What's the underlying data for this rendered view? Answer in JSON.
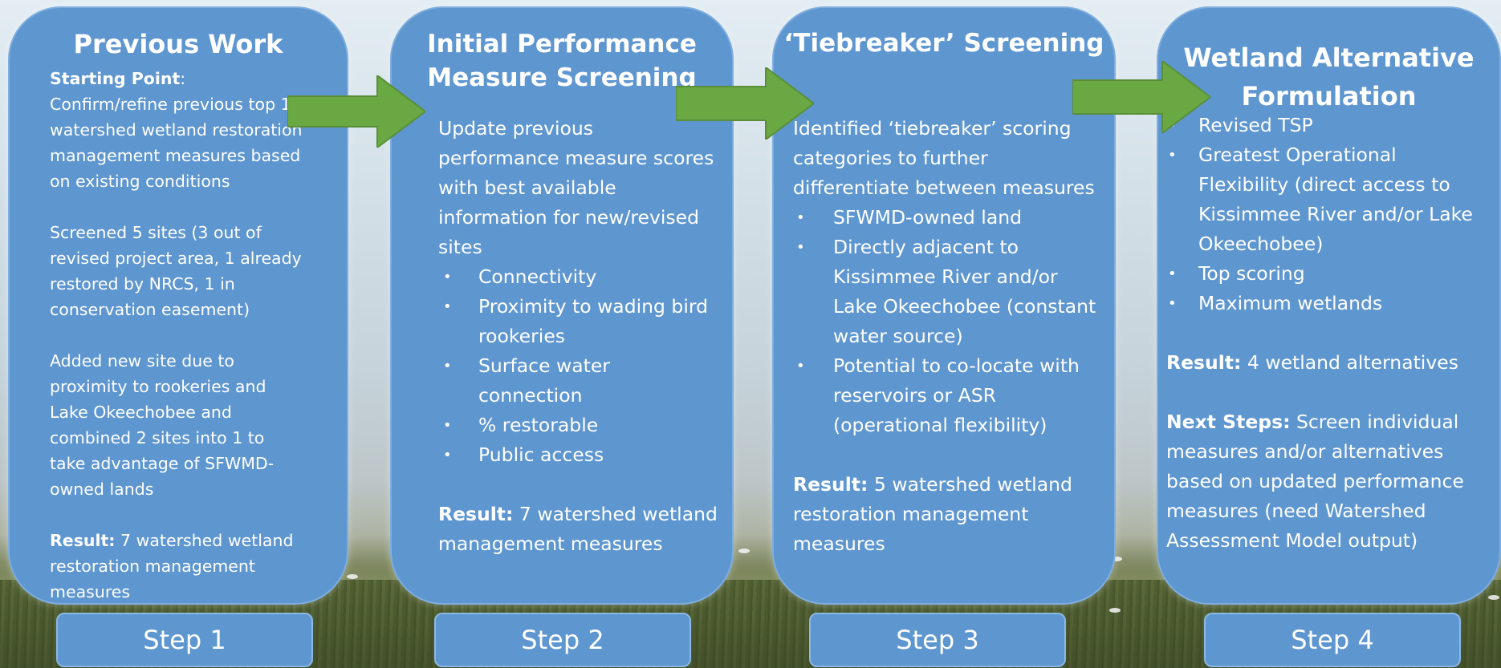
{
  "cards": {
    "c1": {
      "title": "Previous Work",
      "starting_label": "Starting Point",
      "starting_colon": ":",
      "p1": "Confirm/refine previous top 12 watershed wetland restoration management measures based on existing conditions",
      "p2": "Screened 5 sites (3 out of revised project area, 1 already restored by NRCS, 1 in conservation easement)",
      "p3": "Added new site due to proximity to rookeries and Lake Okeechobee and combined 2 sites into 1 to take advantage of SFWMD-owned lands",
      "result_label": "Result:",
      "result_text": " 7 watershed wetland restoration management measures"
    },
    "c2": {
      "title_line1": "Initial Performance",
      "title_line2": "Measure Screening",
      "intro": "Update previous performance measure scores with best available information for new/revised sites",
      "bullets": [
        "Connectivity",
        "Proximity to wading bird rookeries",
        "Surface water connection",
        "% restorable",
        "Public access"
      ],
      "result_label": "Result:",
      "result_text": "  7 watershed wetland management measures"
    },
    "c3": {
      "title": "‘Tiebreaker’ Screening",
      "intro": "Identified ‘tiebreaker’ scoring categories to further differentiate between measures",
      "bullets": [
        "SFWMD-owned land",
        "Directly adjacent to Kissimmee River and/or Lake Okeechobee (constant water source)",
        "Potential to co-locate with reservoirs or ASR (operational flexibility)"
      ],
      "result_label": "Result:",
      "result_text": " 5 watershed wetland restoration management measures"
    },
    "c4": {
      "title_line1": "Wetland Alternative",
      "title_line2": "Formulation",
      "bullets": [
        "Revised TSP",
        "Greatest Operational Flexibility (direct access to Kissimmee River and/or Lake Okeechobee)",
        "Top scoring",
        "Maximum wetlands"
      ],
      "result_label": "Result:",
      "result_text": " 4 wetland alternatives",
      "next_label": "Next Steps:",
      "next_text": " Screen individual measures and/or alternatives  based on updated performance measures  (need Watershed Assessment Model output)"
    }
  },
  "bullet_char": "•",
  "steps": [
    "Step 1",
    "Step 2",
    "Step 3",
    "Step 4"
  ],
  "colors": {
    "card_fill": "#5e96d0",
    "card_border": "#7eaedf",
    "arrow_fill": "#6aa843",
    "arrow_stroke": "#5a8f38"
  }
}
